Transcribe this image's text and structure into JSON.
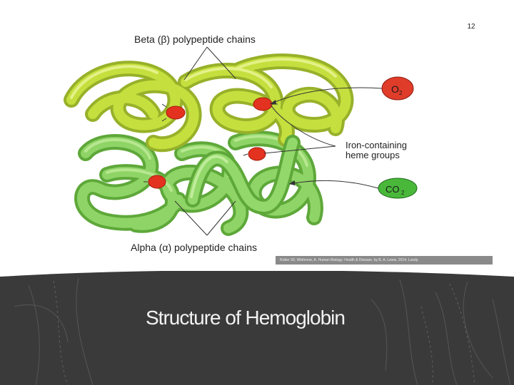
{
  "slide": {
    "page_number": "12",
    "title": "Structure of Hemoglobin"
  },
  "figure": {
    "label_beta": "Beta (β) polypeptide chains",
    "label_heme": [
      "Iron-containing",
      "heme groups"
    ],
    "label_alpha": "Alpha (α) polypeptide chains",
    "o2_main": "O",
    "o2_sub": "2",
    "co2_main": "CO",
    "co2_sub": "2",
    "credit": "Rutter SF, Whitmore, A. Human Biology: Health & Disease, by B. A. Lewis, 2014. Lundy."
  },
  "colors": {
    "beta_chain": "#b8d234",
    "alpha_chain": "#7fc654",
    "heme": "#e3321f",
    "o2_bubble": "#e03c2a",
    "co2_bubble": "#49b83a",
    "panel": "#3a3a3a"
  }
}
